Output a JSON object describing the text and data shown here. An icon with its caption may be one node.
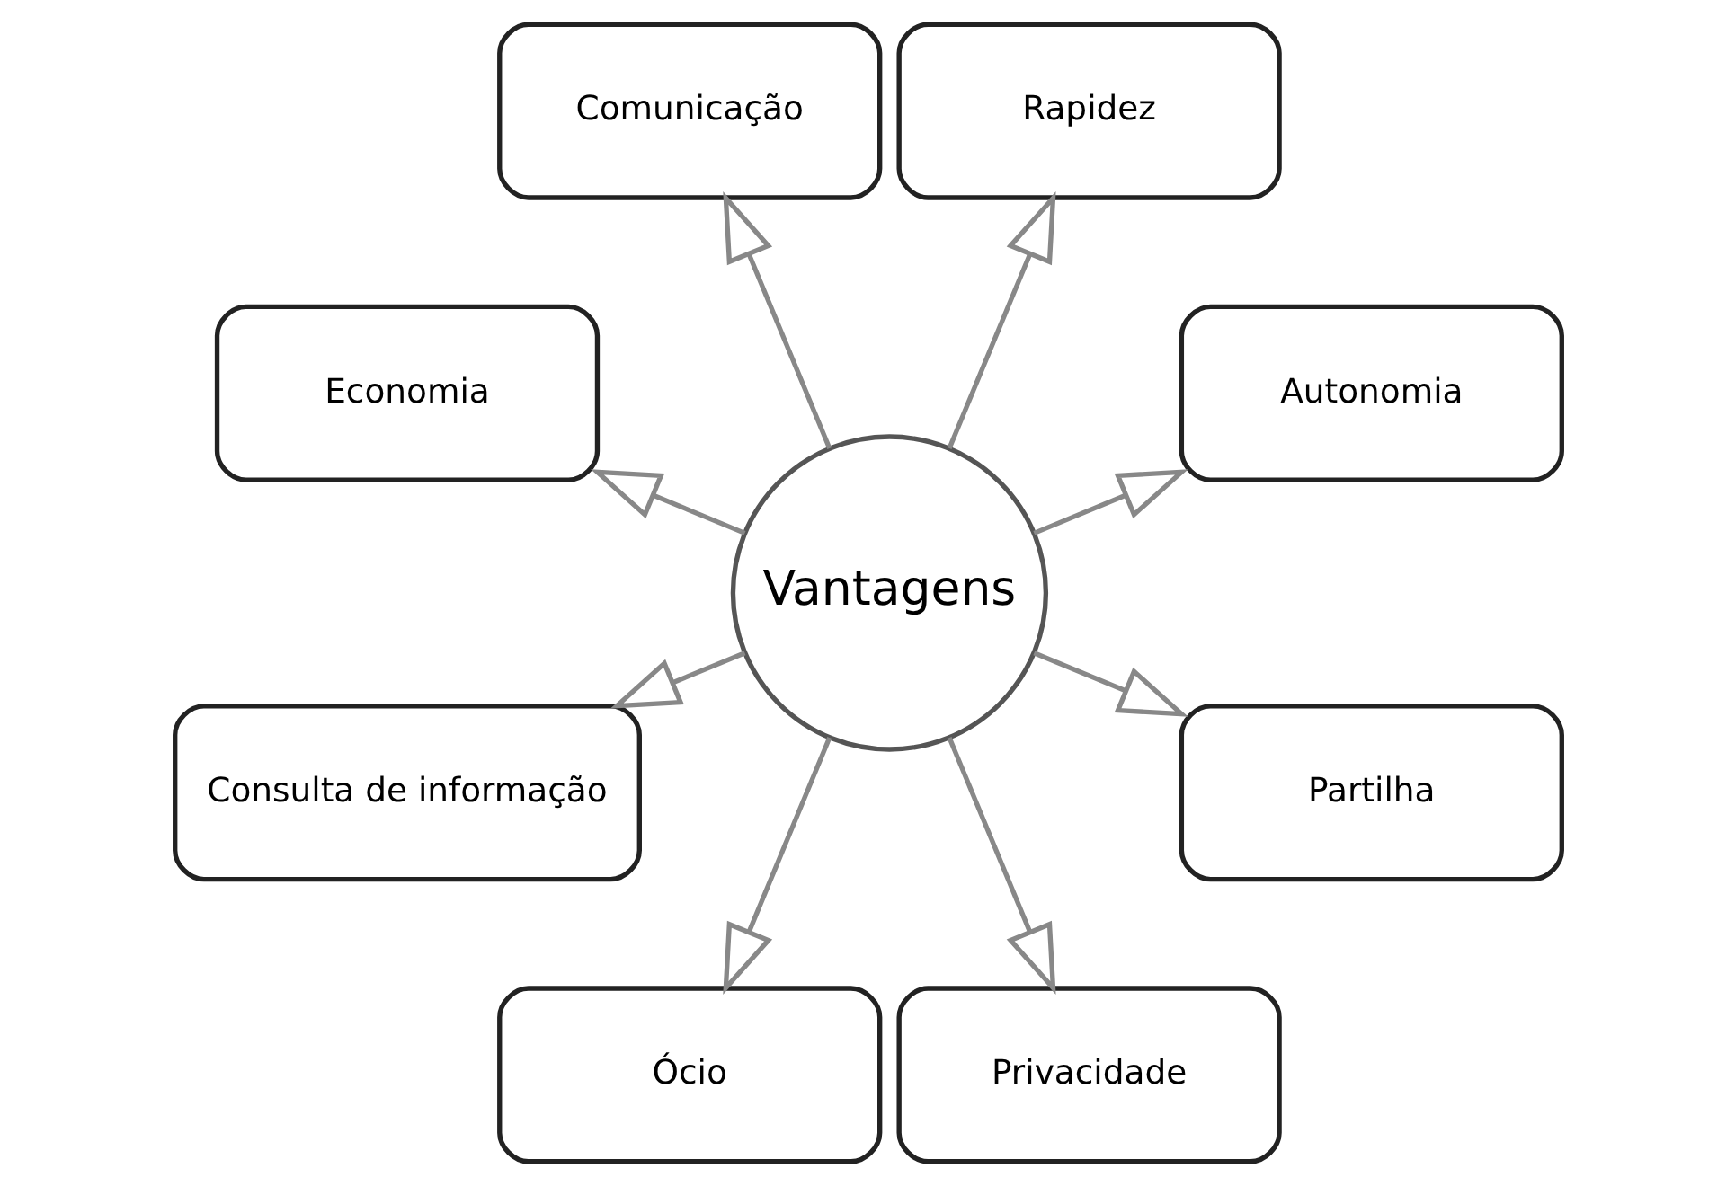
{
  "diagram": {
    "nodes": [
      {
        "text": [
          "Vantagens"
        ]
      },
      {
        "text": [
          "Autonomia"
        ]
      },
      {
        "text": [
          "Rapidez"
        ]
      },
      {
        "text": [
          "Comunicação"
        ]
      },
      {
        "text": [
          "Economia"
        ]
      },
      {
        "text": [
          "Consulta de informação"
        ]
      },
      {
        "text": [
          "Ócio"
        ]
      },
      {
        "text": [
          "Privacidade"
        ]
      },
      {
        "text": [
          "Partilha"
        ]
      }
    ],
    "edges": [
      {
        "from": 0,
        "to": 1,
        "arrow": "to"
      },
      {
        "from": 0,
        "to": 2,
        "arrow": "to"
      },
      {
        "from": 0,
        "to": 3,
        "arrow": "to"
      },
      {
        "from": 0,
        "to": 4,
        "arrow": "to"
      },
      {
        "from": 0,
        "to": 5,
        "arrow": "to"
      },
      {
        "from": 0,
        "to": 6,
        "arrow": "to"
      },
      {
        "from": 0,
        "to": 7,
        "arrow": "to"
      },
      {
        "from": 0,
        "to": 8,
        "arrow": "to"
      }
    ]
  }
}
